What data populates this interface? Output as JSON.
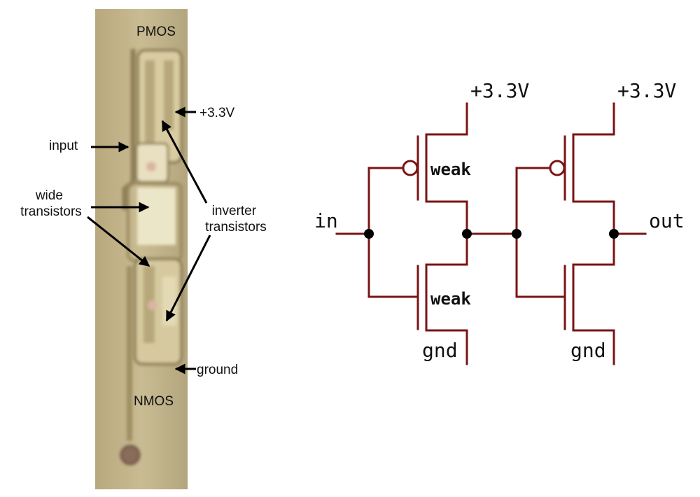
{
  "colors": {
    "wire": "#7a1414",
    "junction": "#000000",
    "die_background": "#c3b48a",
    "metal": "#e6dcb8"
  },
  "photo": {
    "pmos_label": "PMOS",
    "nmos_label": "NMOS",
    "supply_label": "+3.3V",
    "ground_label": "ground",
    "input_label": "input",
    "wide_label_line1": "wide",
    "wide_label_line2": "transistors",
    "inverter_label_line1": "inverter",
    "inverter_label_line2": "transistors"
  },
  "schematic": {
    "in_label": "in",
    "out_label": "out",
    "supply_left": "+3.3V",
    "supply_right": "+3.3V",
    "ground_left": "gnd",
    "ground_right": "gnd",
    "weak_top": "weak",
    "weak_bottom": "weak"
  }
}
